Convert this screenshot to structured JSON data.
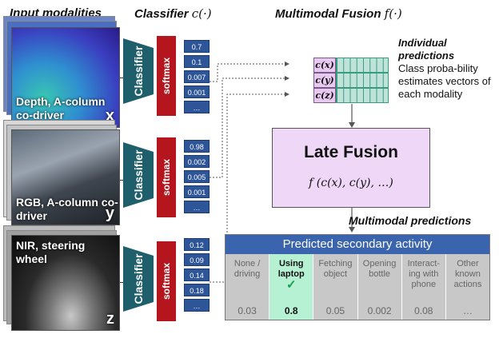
{
  "headers": {
    "input": "Input modalities",
    "classifier": "Classifier",
    "classifier_math": "c(·)",
    "fusion": "Multimodal Fusion",
    "fusion_math": "f(·)"
  },
  "modalities": [
    {
      "caption": "Depth, A-column co-driver",
      "var": "x",
      "probs": [
        "0.7",
        "0.1",
        "0.007",
        "0.001",
        "…"
      ]
    },
    {
      "caption": "RGB, A-column co-driver",
      "var": "y",
      "probs": [
        "0.98",
        "0.002",
        "0.005",
        "0.001",
        "…"
      ]
    },
    {
      "caption": "NIR, steering wheel",
      "var": "z",
      "probs": [
        "0.12",
        "0.09",
        "0.14",
        "0.18",
        "…"
      ]
    }
  ],
  "classifier_label": "Classifier",
  "softmax_label": "softmax",
  "grid_rows": [
    "c(x)",
    "c(y)",
    "c(z)"
  ],
  "individual": {
    "title": "Individual predictions",
    "desc": "Class proba-bility estimates vectors of each modality"
  },
  "late_fusion": {
    "title": "Late Fusion",
    "formula": "f (c(x), c(y), …)"
  },
  "multimodal_label": "Multimodal predictions",
  "panel": {
    "title": "Predicted secondary activity",
    "activities": [
      {
        "name": "None / driving",
        "value": "0.03",
        "selected": false
      },
      {
        "name": "Using laptop",
        "value": "0.8",
        "selected": true
      },
      {
        "name": "Fetching object",
        "value": "0.05",
        "selected": false
      },
      {
        "name": "Opening bottle",
        "value": "0.002",
        "selected": false
      },
      {
        "name": "Interact-ing with phone",
        "value": "0.08",
        "selected": false
      },
      {
        "name": "Other known actions",
        "value": "…",
        "selected": false
      }
    ]
  },
  "colors": {
    "classifier": "#1f5f6b",
    "softmax": "#b5161d",
    "vector": "#2e5597",
    "panel_header": "#3a64ad",
    "selected": "#b6f1d3",
    "late_fusion_bg": "#efd8f7"
  }
}
